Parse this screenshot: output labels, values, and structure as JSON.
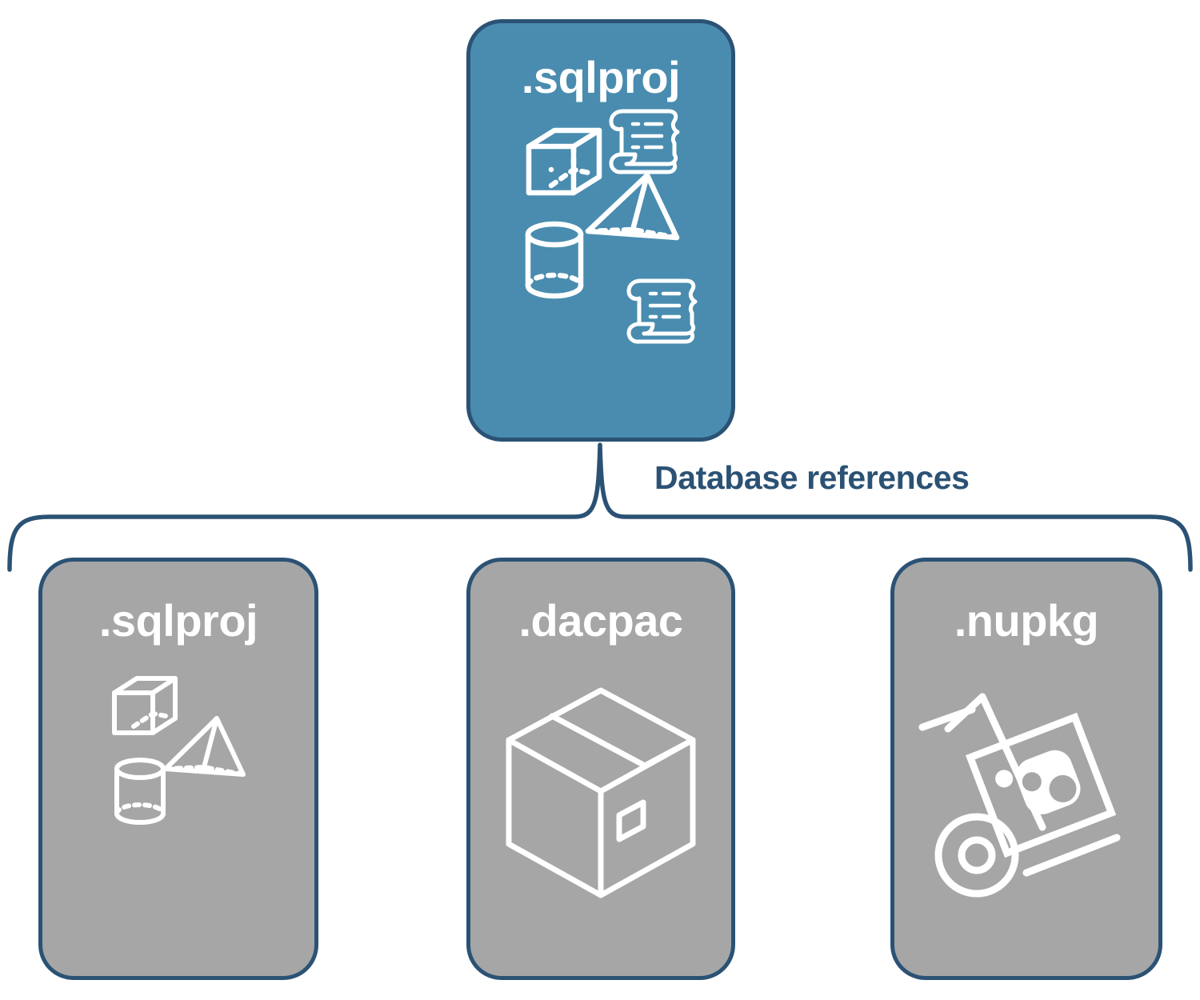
{
  "diagram": {
    "title": "Database references",
    "colors": {
      "root_fill": "#498CAF",
      "child_fill": "#A6A6A6",
      "stroke": "#2B5274",
      "icon": "#FFFFFF",
      "background": "#FFFFFF"
    },
    "root": {
      "label": ".sqlproj",
      "icons": [
        "cube-wireframe-icon",
        "pyramid-wireframe-icon",
        "cylinder-wireframe-icon",
        "scroll-script-icon",
        "scroll-script-icon"
      ]
    },
    "connector": {
      "type": "curly-brace",
      "label": "Database references",
      "orientation": "top-center-to-three-children"
    },
    "children": [
      {
        "label": ".sqlproj",
        "icons": [
          "cube-wireframe-icon",
          "pyramid-wireframe-icon",
          "cylinder-wireframe-icon"
        ]
      },
      {
        "label": ".dacpac",
        "icons": [
          "package-box-icon"
        ]
      },
      {
        "label": ".nupkg",
        "icons": [
          "hand-truck-icon",
          "nuget-package-icon"
        ]
      }
    ]
  }
}
